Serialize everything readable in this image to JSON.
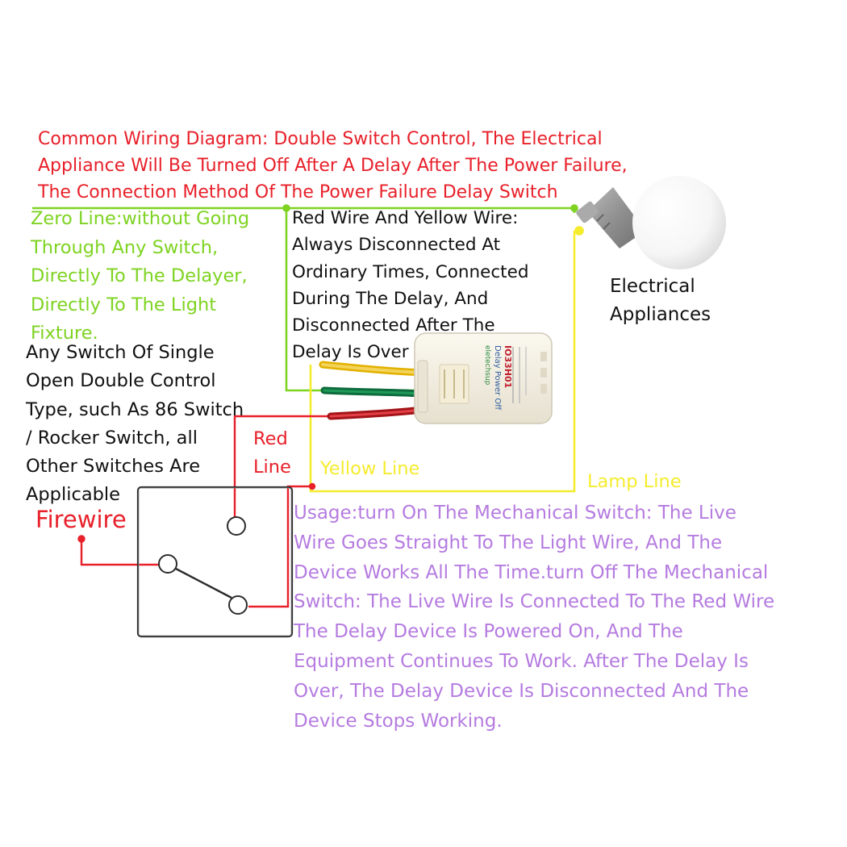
{
  "title": "Common Wiring Diagram: Double Switch Control, The Electrical\nAppliance Will Be Turned Off After A Delay After The Power Failure,\nThe Connection Method Of The Power Failure Delay Switch",
  "labels": {
    "zero_line": "Zero Line:without Going\nThrough Any Switch,\nDirectly To The Delayer,\nDirectly To The Light\nFixture.",
    "red_yellow_wire": "Red Wire And Yellow Wire:\nAlways Disconnected At\nOrdinary Times, Connected\nDuring The Delay, And\nDisconnected After The\nDelay Is Over",
    "electrical_appliances": "Electrical\nAppliances",
    "switch_note": "Any Switch Of Single\nOpen Double Control\nType, such As 86 Switch\n/ Rocker Switch, all\nOther Switches Are\nApplicable",
    "red_line": "Red\nLine",
    "yellow_line": "Yellow Line",
    "lamp_line": "Lamp Line",
    "firewire": "Firewire",
    "usage": "Usage:turn On The Mechanical Switch: The Live\nWire Goes Straight To The Light Wire, And The\nDevice Works All The Time.turn Off The Mechanical\nSwitch: The Live Wire Is Connected To The Red Wire\nThe Delay Device Is Powered On, And The\nEquipment Continues To Work. After The Delay Is\nOver, The Delay Device Is Disconnected And The\nDevice Stops Working."
  },
  "module": {
    "brand": "eletechsup",
    "name": "Delay Power Off",
    "model": "IO33H01"
  },
  "colors": {
    "red": "#e8202a",
    "green": "#7ed321",
    "yellow": "#f5ec2e",
    "purple": "#b57be0",
    "black": "#111111"
  },
  "icons": {
    "bulb": "light-bulb-icon",
    "module": "delay-module-icon",
    "switch": "double-control-switch-icon"
  }
}
